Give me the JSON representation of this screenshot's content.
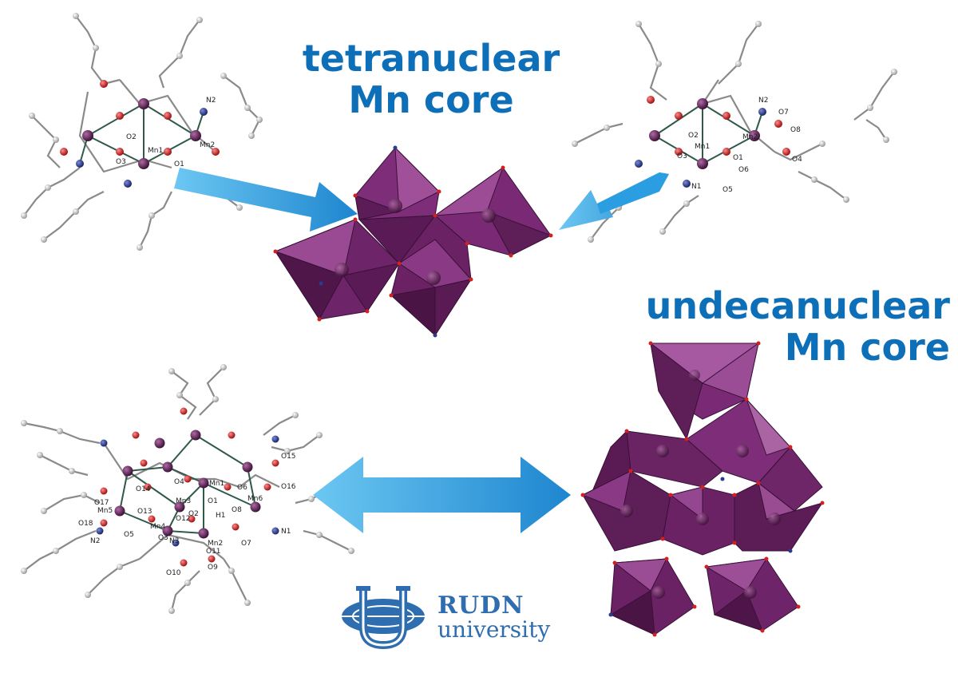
{
  "headings": {
    "tetranuclear": [
      "tetranuclear",
      "Mn core"
    ],
    "undecanuclear": [
      "undecanuclear",
      "Mn core"
    ]
  },
  "tetra_labels": [
    "O2",
    "Mn1",
    "Mn2",
    "O3",
    "O1",
    "N2",
    "O7",
    "O8",
    "O4",
    "O6",
    "O5",
    "N1"
  ],
  "undeca_labels": [
    "O15",
    "O16",
    "O6",
    "Mn1",
    "Mn6",
    "O4",
    "O14",
    "Mn3",
    "O1",
    "O17",
    "Mn5",
    "O13",
    "O18",
    "O2",
    "H1",
    "O8",
    "Mn4",
    "O12",
    "O5",
    "N2",
    "N3",
    "O3",
    "Mn2",
    "O7",
    "N1",
    "O11",
    "O10",
    "O9"
  ],
  "logo": {
    "line1": "RUDN",
    "line2": "university"
  },
  "colors": {
    "heading": "#0d6fb8",
    "arrow": "#2a9ee0",
    "polyhedron": "#7a2a78",
    "manganese": "#5a2050",
    "oxygen": "#cc2020",
    "nitrogen": "#2a3a8c",
    "carbon": "#d8d8d8"
  }
}
